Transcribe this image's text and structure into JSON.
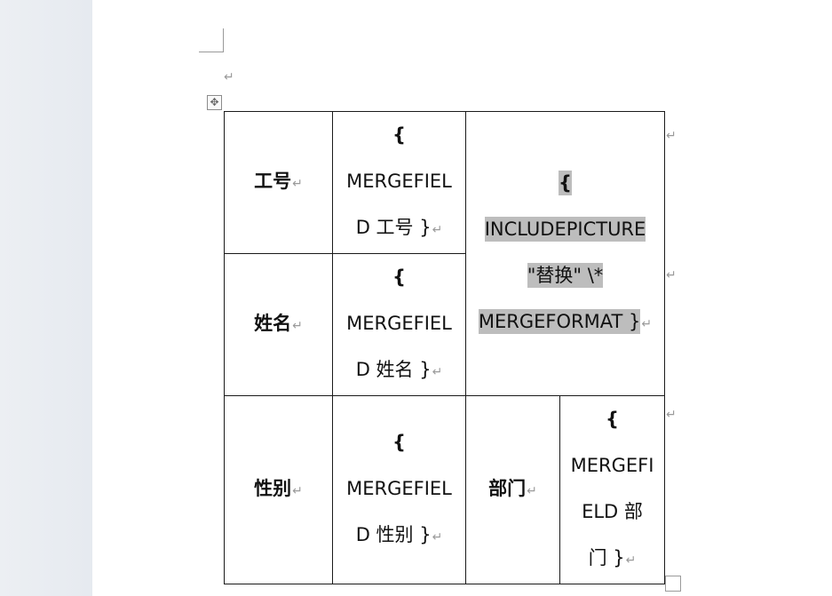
{
  "table": {
    "row1": {
      "label": "工号",
      "field_open": "{",
      "field_line2": "MERGEFIEL",
      "field_line3": "D  工号  }"
    },
    "row2": {
      "label": "姓名",
      "field_open": "{",
      "field_line2": "MERGEFIEL",
      "field_line3": "D  姓名  }"
    },
    "picture_field": {
      "line1": "{",
      "line2": "INCLUDEPICTURE",
      "line3": "\"替换\"   \\*",
      "line4": "MERGEFORMAT  }"
    },
    "row3": {
      "label": "性别",
      "field_open": "{",
      "field_line2": "MERGEFIEL",
      "field_line3": "D  性别  }",
      "label2": "部门",
      "field2_open": "{",
      "field2_line2": "MERGEFI",
      "field2_line3": "ELD  部",
      "field2_line4": "门  }"
    }
  },
  "marks": {
    "paragraph": "↵"
  },
  "icons": [
    "move-icon",
    "paragraph-mark-icon",
    "resize-handle-icon"
  ]
}
